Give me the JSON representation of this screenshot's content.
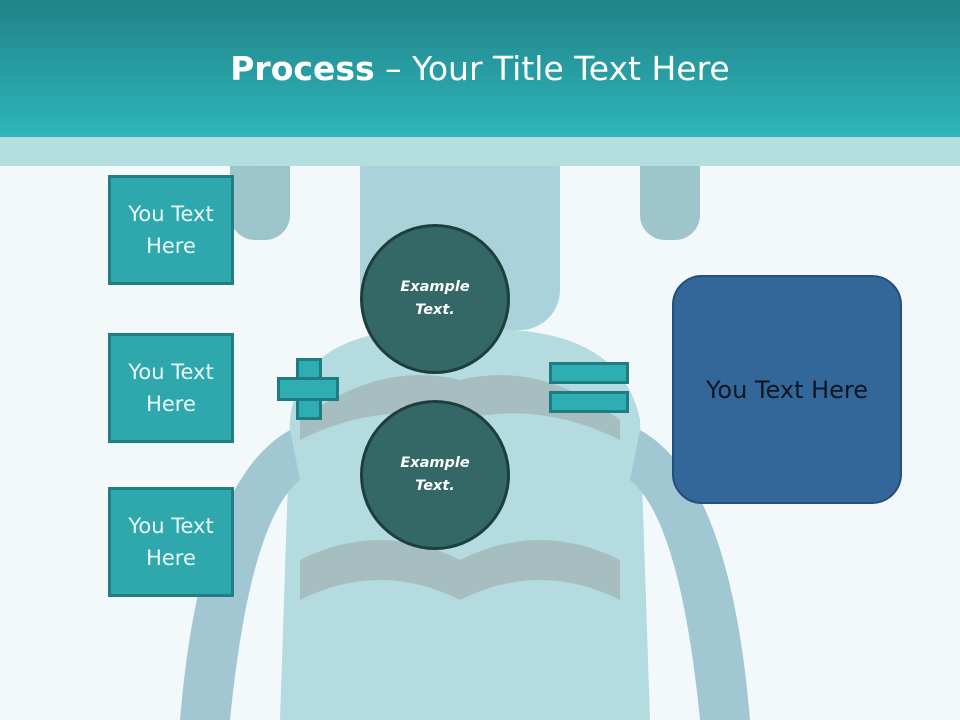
{
  "slide": {
    "title_bold": "Process",
    "title_rest": " – Your Title Text Here",
    "colors": {
      "header": "#2fb5bb",
      "box": "#2ea8ad",
      "circle": "#336866",
      "result": "#336699"
    }
  },
  "left_boxes": [
    {
      "label": "You Text Here"
    },
    {
      "label": "You Text Here"
    },
    {
      "label": "You Text Here"
    }
  ],
  "circles": [
    {
      "label": "Example Text."
    },
    {
      "label": "Example Text."
    }
  ],
  "operators": {
    "plus": "plus-icon",
    "equals": "equals-icon"
  },
  "result_box": {
    "label": "You Text Here"
  }
}
